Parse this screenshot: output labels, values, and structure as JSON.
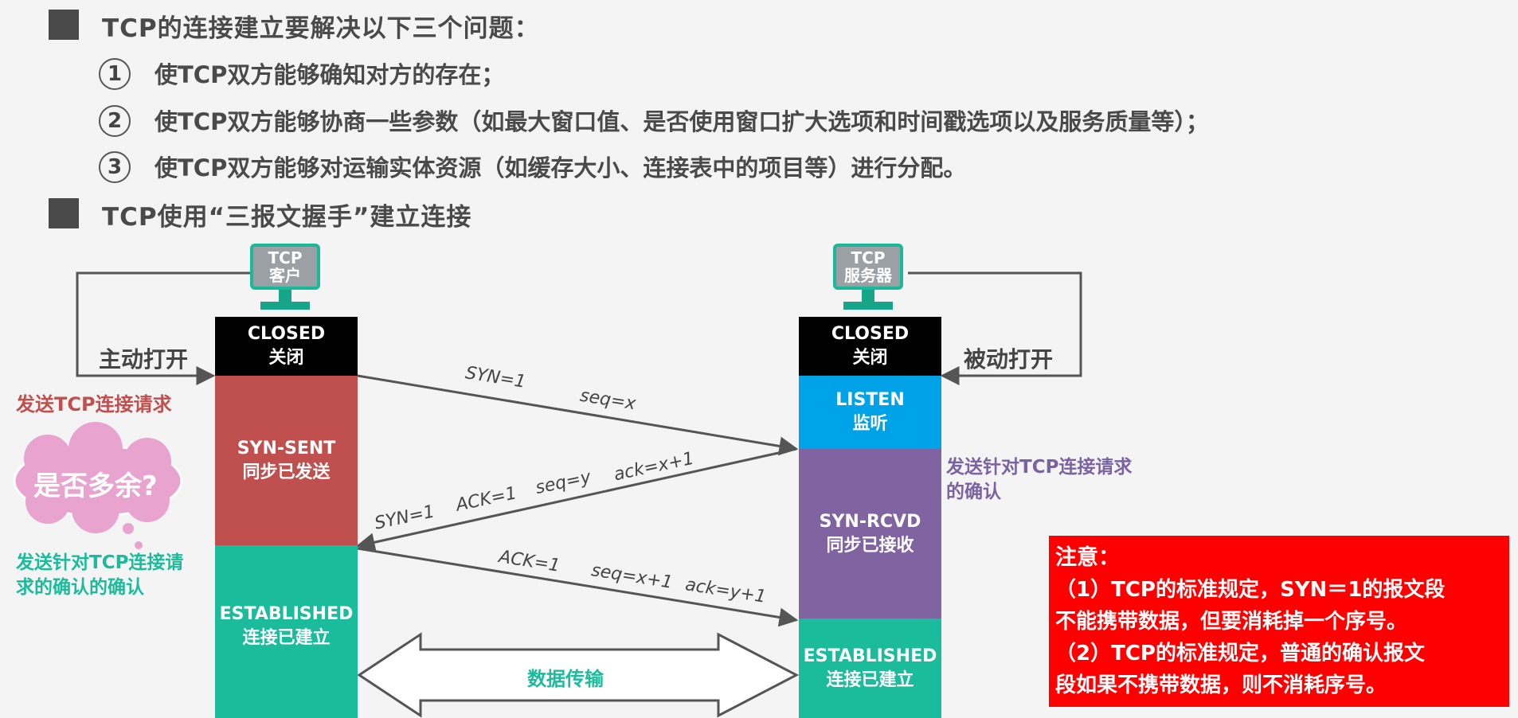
{
  "headings": {
    "h1": "TCP的连接建立要解决以下三个问题：",
    "h2": "TCP使用“三报文握手”建立连接"
  },
  "items": [
    {
      "num": "1",
      "text": "使TCP双方能够确知对方的存在；"
    },
    {
      "num": "2",
      "text": "使TCP双方能够协商一些参数（如最大窗口值、是否使用窗口扩大选项和时间戳选项以及服务质量等）；"
    },
    {
      "num": "3",
      "text": "使TCP双方能够对运输实体资源（如缓存大小、连接表中的项目等）进行分配。"
    }
  ],
  "client": {
    "computer_line1": "TCP",
    "computer_line2": "客户",
    "active_open": "主动打开",
    "send_request": "发送TCP连接请求",
    "cloud_text": "是否多余?",
    "send_ack_ack_line1": "发送针对TCP连接请",
    "send_ack_ack_line2": "求的确认的确认",
    "states": [
      {
        "en": "CLOSED",
        "zh": "关闭",
        "color": "#000000"
      },
      {
        "en": "SYN-SENT",
        "zh": "同步已发送",
        "color": "#c0504d"
      },
      {
        "en": "ESTABLISHED",
        "zh": "连接已建立",
        "color": "#1abc9c"
      }
    ]
  },
  "server": {
    "computer_line1": "TCP",
    "computer_line2": "服务器",
    "passive_open": "被动打开",
    "send_ack_line1": "发送针对TCP连接请求",
    "send_ack_line2": "的确认",
    "states": [
      {
        "en": "CLOSED",
        "zh": "关闭",
        "color": "#000000"
      },
      {
        "en": "LISTEN",
        "zh": "监听",
        "color": "#00a2e8"
      },
      {
        "en": "SYN-RCVD",
        "zh": "同步已接收",
        "color": "#8064a2"
      },
      {
        "en": "ESTABLISHED",
        "zh": "连接已建立",
        "color": "#1abc9c"
      }
    ]
  },
  "messages": {
    "m1_syn": "SYN=1",
    "m1_seq": "seq=x",
    "m2_syn": "SYN=1",
    "m2_ack": "ACK=1",
    "m2_seq": "seq=y",
    "m2_ackno": "ack=x+1",
    "m3_ack": "ACK=1",
    "m3_seq": "seq=x+1",
    "m3_ackno": "ack=y+1"
  },
  "data_transfer": "数据传输",
  "note": {
    "title": "注意：",
    "line1": "（1）TCP的标准规定，SYN＝1的报文段",
    "line2": "不能携带数据，但要消耗掉一个序号。",
    "line3": "（2）TCP的标准规定，普通的确认报文",
    "line4": "段如果不携带数据，则不消耗序号。"
  }
}
